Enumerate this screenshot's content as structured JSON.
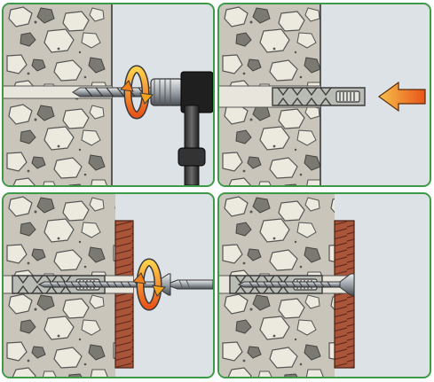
{
  "steps": [
    {
      "panel": "drill-hole",
      "order": 1
    },
    {
      "panel": "insert-plug",
      "order": 2
    },
    {
      "panel": "drive-screw",
      "order": 3
    },
    {
      "panel": "fixed-result",
      "order": 4
    }
  ],
  "colors": {
    "frame": "#3e9a48",
    "concrete": "#c9c5ba",
    "stone_light": "#ece9df",
    "stone_dark": "#6f6f68",
    "background": "#dde2e6",
    "plug": "#b9bbb5",
    "wood": "#a8553a",
    "arrow_orange": "#f07f1c",
    "rotate_orange": "#f6a21d"
  },
  "icons": [
    "rotation-arrow-icon",
    "push-arrow-icon",
    "drill-icon",
    "screwdriver-icon"
  ]
}
